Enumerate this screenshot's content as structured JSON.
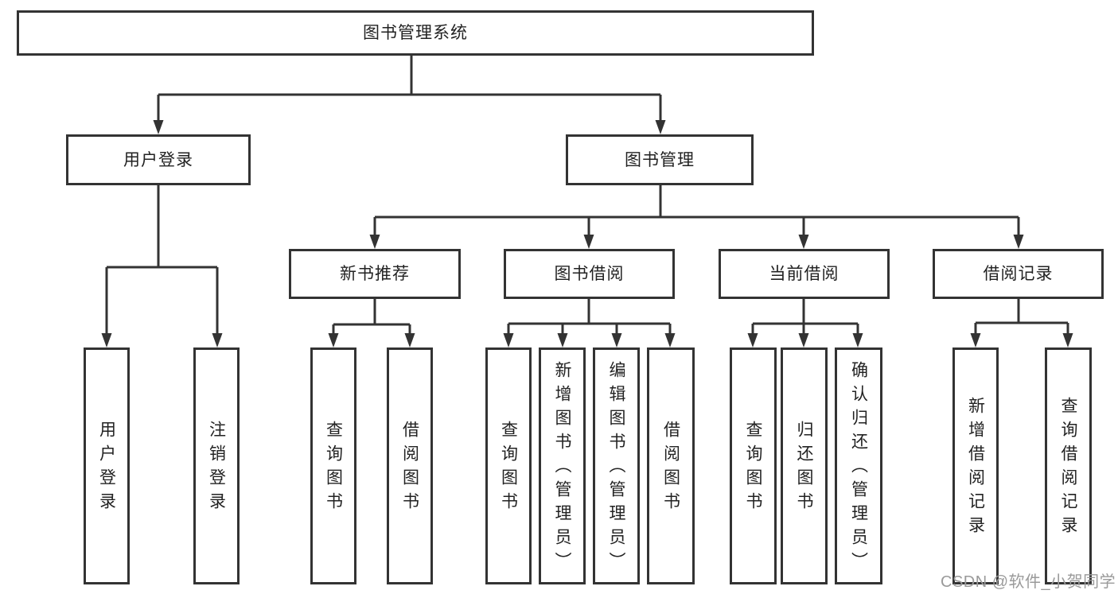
{
  "tree": {
    "label": "图书管理系统",
    "children": [
      {
        "label": "用户登录",
        "children": [
          {
            "label": "用户登录"
          },
          {
            "label": "注销登录"
          }
        ]
      },
      {
        "label": "图书管理",
        "children": [
          {
            "label": "新书推荐",
            "children": [
              {
                "label": "查询图书"
              },
              {
                "label": "借阅图书"
              }
            ]
          },
          {
            "label": "图书借阅",
            "children": [
              {
                "label": "查询图书"
              },
              {
                "label": "新增图书（管理员）"
              },
              {
                "label": "编辑图书（管理员）"
              },
              {
                "label": "借阅图书"
              }
            ]
          },
          {
            "label": "当前借阅",
            "children": [
              {
                "label": "查询图书"
              },
              {
                "label": "归还图书"
              },
              {
                "label": "确认归还（管理员）"
              }
            ]
          },
          {
            "label": "借阅记录",
            "children": [
              {
                "label": "新增借阅记录"
              },
              {
                "label": "查询借阅记录"
              }
            ]
          }
        ]
      }
    ]
  },
  "watermark": "CSDN @软件_小贺同学"
}
